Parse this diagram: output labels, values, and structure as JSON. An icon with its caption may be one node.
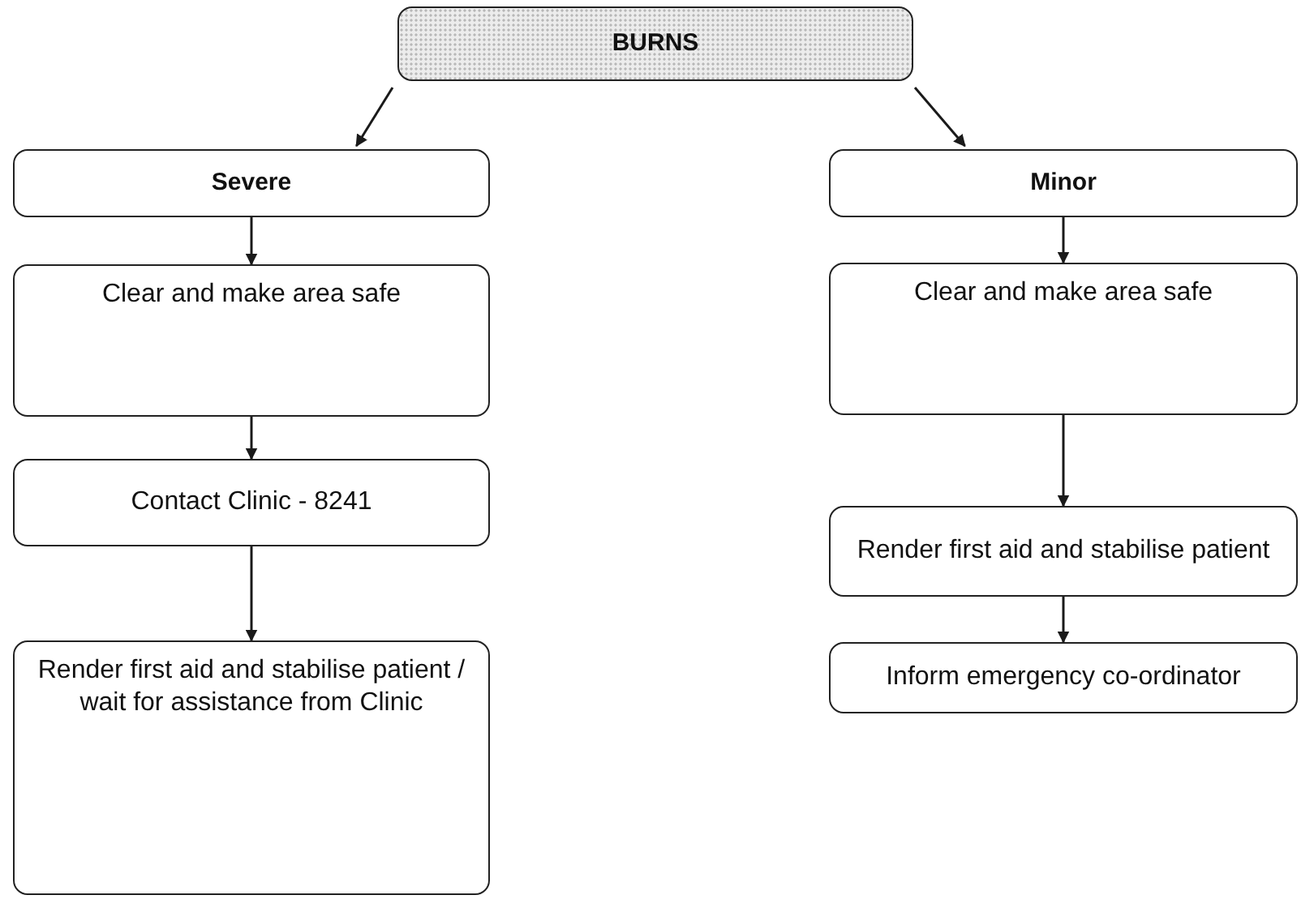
{
  "diagram": {
    "nodes": [
      {
        "text": [
          "BURNS"
        ]
      },
      {
        "text": [
          "Severe"
        ]
      },
      {
        "text": [
          "Clear and make area safe"
        ]
      },
      {
        "text": [
          "Contact Clinic - 8241"
        ]
      },
      {
        "text": [
          "Render first aid and stabilise patient / wait for assistance from Clinic"
        ]
      },
      {
        "text": [
          "Minor"
        ]
      },
      {
        "text": [
          "Clear and make area safe"
        ]
      },
      {
        "text": [
          "Render first aid and stabilise patient"
        ]
      },
      {
        "text": [
          "Inform emergency co-ordinator"
        ]
      }
    ],
    "edges": [
      {
        "from": 0,
        "to": 1,
        "arrow": "to"
      },
      {
        "from": 0,
        "to": 5,
        "arrow": "to"
      },
      {
        "from": 1,
        "to": 2,
        "arrow": "to"
      },
      {
        "from": 2,
        "to": 3,
        "arrow": "to"
      },
      {
        "from": 3,
        "to": 4,
        "arrow": "to"
      },
      {
        "from": 5,
        "to": 6,
        "arrow": "to"
      },
      {
        "from": 6,
        "to": 7,
        "arrow": "to"
      },
      {
        "from": 7,
        "to": 8,
        "arrow": "to"
      }
    ]
  }
}
